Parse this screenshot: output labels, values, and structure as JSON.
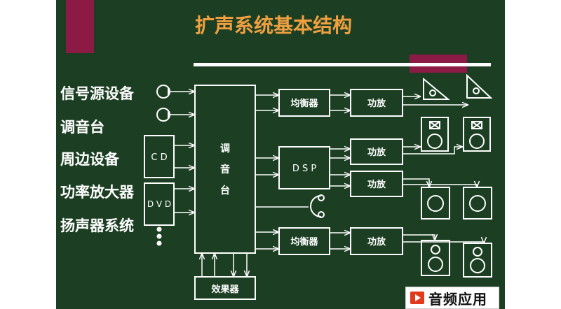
{
  "title": "扩声系统基本结构",
  "labels": {
    "signal_source": "信号源设备",
    "mixer": "调音台",
    "peripherals": "周边设备",
    "amplifier": "功率放大器",
    "speaker_system": "扬声器系统"
  },
  "blocks": {
    "cd": "C D",
    "dvd": "D V D",
    "mixer_chars": [
      "调",
      "音",
      "台"
    ],
    "equalizer": "均衡器",
    "dsp": "D S P",
    "power_amp": "功放",
    "effects": "效果器"
  },
  "watermark": "音频应用",
  "colors": {
    "board": "#1c3f23",
    "line": "#ffffff",
    "title": "#f0a040",
    "accent": "#8b1a45"
  }
}
